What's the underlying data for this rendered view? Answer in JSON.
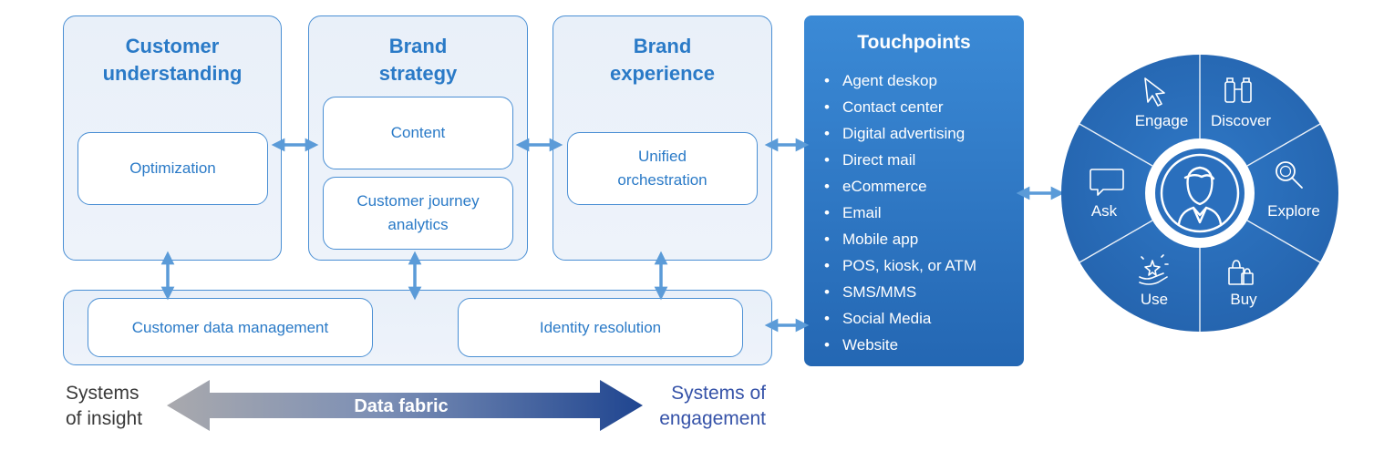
{
  "columns": [
    {
      "title_line1": "Customer",
      "title_line2": "understanding",
      "boxes": [
        "Optimization"
      ]
    },
    {
      "title_line1": "Brand",
      "title_line2": "strategy",
      "boxes": [
        "Content",
        "Customer journey analytics"
      ]
    },
    {
      "title_line1": "Brand",
      "title_line2": "experience",
      "boxes": [
        "Unified orchestration"
      ]
    }
  ],
  "data_layer": {
    "boxes": [
      "Customer data management",
      "Identity resolution"
    ]
  },
  "touchpoints": {
    "title": "Touchpoints",
    "items": [
      "Agent deskop",
      "Contact center",
      "Digital advertising",
      "Direct mail",
      "eCommerce",
      "Email",
      "Mobile app",
      "POS, kiosk, or ATM",
      "SMS/MMS",
      "Social Media",
      "Website"
    ]
  },
  "journey_wheel": {
    "center_icon": "customer-avatar-icon",
    "segments": [
      {
        "label": "Engage",
        "icon": "cursor-icon"
      },
      {
        "label": "Discover",
        "icon": "binoculars-icon"
      },
      {
        "label": "Explore",
        "icon": "magnifier-icon"
      },
      {
        "label": "Buy",
        "icon": "shopping-bags-icon"
      },
      {
        "label": "Use",
        "icon": "hand-sparkle-icon"
      },
      {
        "label": "Ask",
        "icon": "speech-bubble-icon"
      }
    ]
  },
  "data_fabric": {
    "label": "Data fabric",
    "left_line1": "Systems",
    "left_line2": "of insight",
    "right_line1": "Systems of",
    "right_line2": "engagement"
  },
  "colors": {
    "accent": "#2a7ac7",
    "panel_border": "#4a8fd4",
    "panel_fill": "#e9f0f9",
    "touchpoints_fill": "#2d74c2",
    "wheel_fill": "#2a6fbd",
    "connector": "#5b9bd8",
    "fabric_start": "#a9a9ad",
    "fabric_end": "#1f4590"
  }
}
